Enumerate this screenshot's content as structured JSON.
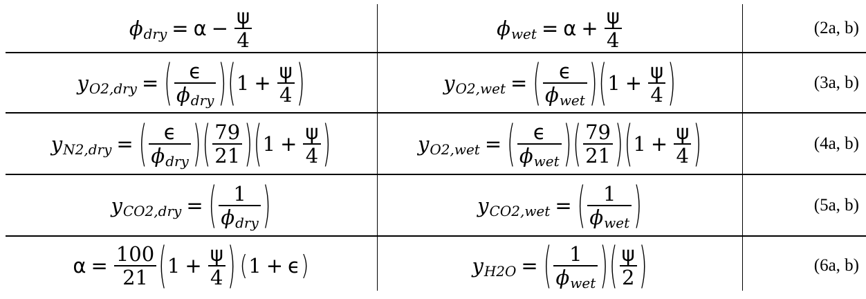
{
  "equations": [
    {
      "label": "(2a, b)",
      "left": {
        "lhs_var": "ϕ",
        "lhs_sub": "dry",
        "alpha": "α",
        "minus": "−",
        "psi": "ψ",
        "four": "4"
      },
      "right": {
        "lhs_var": "ϕ",
        "lhs_sub": "wet",
        "alpha": "α",
        "plus": "+",
        "psi": "ψ",
        "four": "4"
      }
    },
    {
      "label": "(3a, b)",
      "left": {
        "y": "y",
        "sub": "O2,dry",
        "eps": "ϵ",
        "phi": "ϕ",
        "phi_sub": "dry",
        "one": "1",
        "psi": "ψ",
        "four": "4"
      },
      "right": {
        "y": "y",
        "sub": "O2,wet",
        "eps": "ϵ",
        "phi": "ϕ",
        "phi_sub": "wet",
        "one": "1",
        "psi": "ψ",
        "four": "4"
      }
    },
    {
      "label": "(4a, b)",
      "left": {
        "y": "y",
        "sub": "N2,dry",
        "eps": "ϵ",
        "phi": "ϕ",
        "phi_sub": "dry",
        "n79": "79",
        "n21": "21",
        "one": "1",
        "psi": "ψ",
        "four": "4"
      },
      "right": {
        "y": "y",
        "sub": "O2,wet",
        "eps": "ϵ",
        "phi": "ϕ",
        "phi_sub": "wet",
        "n79": "79",
        "n21": "21",
        "one": "1",
        "psi": "ψ",
        "four": "4"
      }
    },
    {
      "label": "(5a, b)",
      "left": {
        "y": "y",
        "sub": "CO2,dry",
        "one": "1",
        "phi": "ϕ",
        "phi_sub": "dry"
      },
      "right": {
        "y": "y",
        "sub": "CO2,wet",
        "one": "1",
        "phi": "ϕ",
        "phi_sub": "wet"
      }
    },
    {
      "label": "(6a, b)",
      "left": {
        "alpha": "α",
        "n100": "100",
        "n21": "21",
        "one": "1",
        "psi": "ψ",
        "four": "4",
        "eps": "ϵ"
      },
      "right": {
        "y": "y",
        "sub": "H2O",
        "one": "1",
        "phi": "ϕ",
        "phi_sub": "wet",
        "psi": "ψ",
        "two": "2"
      }
    }
  ]
}
